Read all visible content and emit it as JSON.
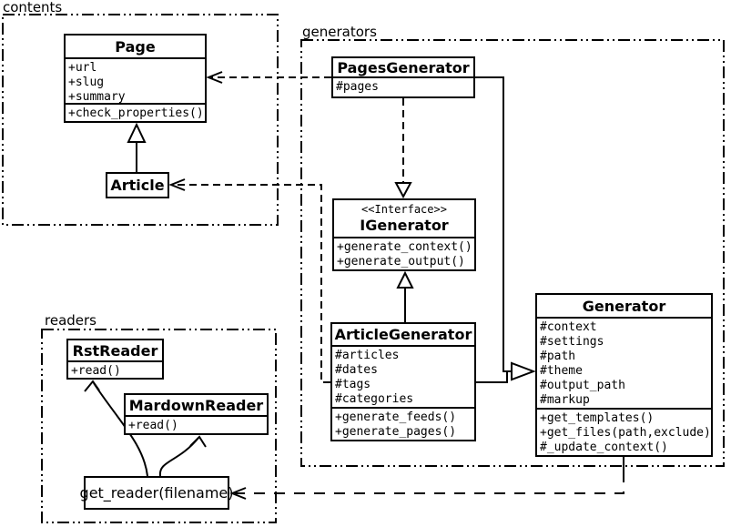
{
  "diagram": {
    "packages": [
      {
        "label": "contents"
      },
      {
        "label": "generators"
      },
      {
        "label": "readers"
      }
    ],
    "classes": {
      "page": {
        "title": "Page",
        "attributes": [
          "+url",
          "+slug",
          "+summary"
        ],
        "methods": [
          "+check_properties()"
        ]
      },
      "article": {
        "title": "Article"
      },
      "pages_generator": {
        "title": "PagesGenerator",
        "attributes": [
          "#pages"
        ]
      },
      "igenerator": {
        "stereotype": "<<Interface>>",
        "title": "IGenerator",
        "methods": [
          "+generate_context()",
          "+generate_output()"
        ]
      },
      "article_generator": {
        "title": "ArticleGenerator",
        "attributes": [
          "#articles",
          "#dates",
          "#tags",
          "#categories"
        ],
        "methods": [
          "+generate_feeds()",
          "+generate_pages()"
        ]
      },
      "generator": {
        "title": "Generator",
        "attributes": [
          "#context",
          "#settings",
          "#path",
          "#theme",
          "#output_path",
          "#markup"
        ],
        "methods": [
          "+get_templates()",
          "+get_files(path,exclude)",
          "#_update_context()"
        ]
      },
      "rst_reader": {
        "title": "RstReader",
        "methods": [
          "+read()"
        ]
      },
      "mardown_reader": {
        "title": "MardownReader",
        "methods": [
          "+read()"
        ]
      },
      "get_reader": {
        "label": "get_reader(filename)"
      }
    },
    "relations": [
      {
        "from": "Article",
        "to": "Page",
        "type": "inheritance"
      },
      {
        "from": "PagesGenerator",
        "to": "Page",
        "type": "dependency"
      },
      {
        "from": "ArticleGenerator",
        "to": "Article",
        "type": "dependency"
      },
      {
        "from": "PagesGenerator",
        "to": "IGenerator",
        "type": "realization"
      },
      {
        "from": "ArticleGenerator",
        "to": "IGenerator",
        "type": "realization"
      },
      {
        "from": "PagesGenerator",
        "to": "Generator",
        "type": "inheritance"
      },
      {
        "from": "ArticleGenerator",
        "to": "Generator",
        "type": "inheritance"
      },
      {
        "from": "Generator",
        "to": "get_reader(filename)",
        "type": "dependency"
      },
      {
        "from": "get_reader(filename)",
        "to": "RstReader",
        "type": "arrow"
      },
      {
        "from": "get_reader(filename)",
        "to": "MardownReader",
        "type": "arrow"
      }
    ],
    "colors": {
      "stroke": "#000000",
      "background": "#ffffff"
    }
  }
}
